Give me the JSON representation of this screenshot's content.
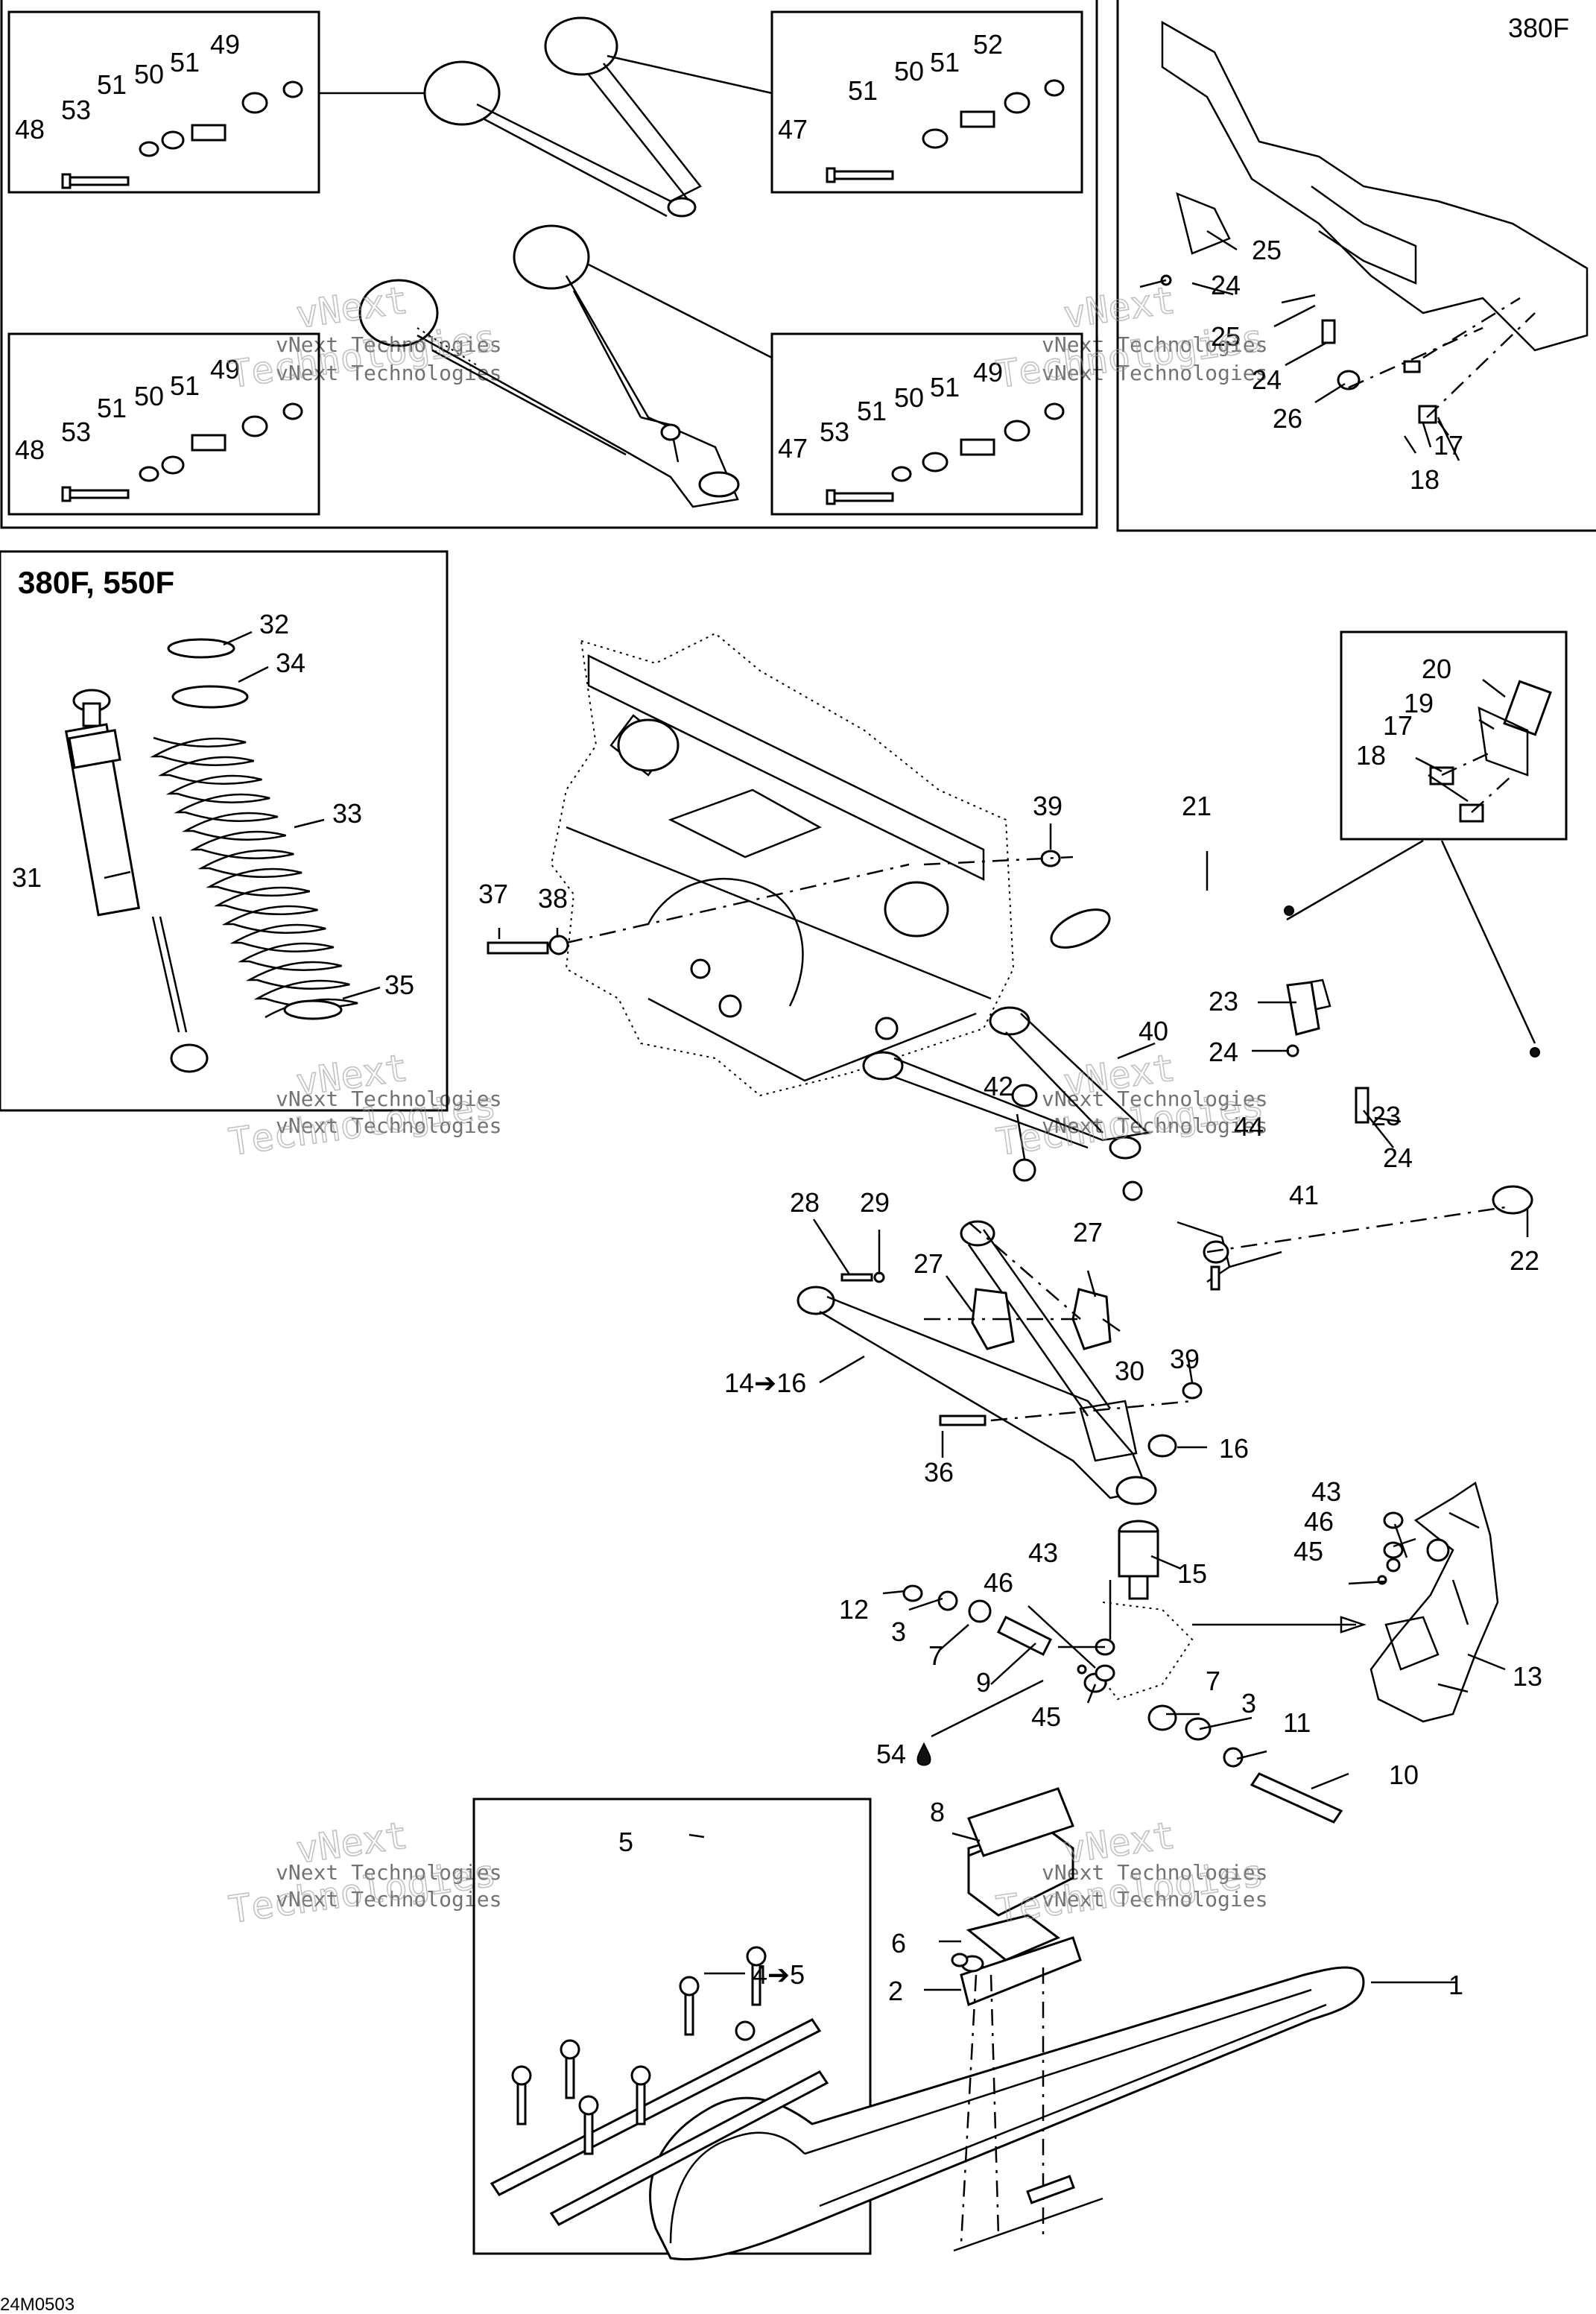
{
  "labels": {
    "p1": "1",
    "p2": "2",
    "p3a": "3",
    "p3b": "3",
    "p4to5": "4➔5",
    "p5": "5",
    "p6": "6",
    "p7a": "7",
    "p7b": "7",
    "p8": "8",
    "p9": "9",
    "p10": "10",
    "p11": "11",
    "p12": "12",
    "p13": "13",
    "p14to16": "14➔16",
    "p15": "15",
    "p16": "16",
    "p17a": "17",
    "p17b": "17",
    "p18a": "18",
    "p18b": "18",
    "p19": "19",
    "p20": "20",
    "p21": "21",
    "p22": "22",
    "p23a": "23",
    "p23b": "23",
    "p24a": "24",
    "p24b": "24",
    "p24c": "24",
    "p24d": "24",
    "p25a": "25",
    "p25b": "25",
    "p26": "26",
    "p27a": "27",
    "p27b": "27",
    "p28": "28",
    "p29": "29",
    "p30": "30",
    "p31": "31",
    "p32": "32",
    "p33": "33",
    "p34": "34",
    "p35": "35",
    "p36": "36",
    "p37": "37",
    "p38": "38",
    "p39a": "39",
    "p39b": "39",
    "p40": "40",
    "p41": "41",
    "p42": "42",
    "p43a": "43",
    "p43b": "43",
    "p44": "44",
    "p45a": "45",
    "p45b": "45",
    "p46a": "46",
    "p46b": "46",
    "p54": "54",
    "tl48": "48",
    "tl53": "53",
    "tl51a": "51",
    "tl50": "50",
    "tl51b": "51",
    "tl49": "49",
    "tr47": "47",
    "tr51a": "51",
    "tr50": "50",
    "tr51b": "51",
    "tr52": "52",
    "bl48": "48",
    "bl53": "53",
    "bl51a": "51",
    "bl50": "50",
    "bl51b": "51",
    "bl49": "49",
    "br47": "47",
    "br53": "53",
    "br51a": "51",
    "br50": "50",
    "br51b": "51",
    "br49": "49"
  },
  "panels": {
    "top_right_variant": "380F",
    "shock_variant": "380F, 550F"
  },
  "watermark": {
    "line1": "vNext",
    "line2": "Technologies",
    "inline": "vNext Technologies"
  },
  "diagram_code": "24M0503"
}
